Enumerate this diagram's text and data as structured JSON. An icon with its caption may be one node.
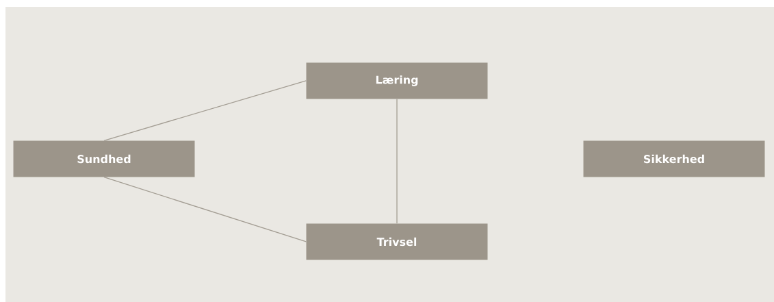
{
  "diagram": {
    "nodes": [
      {
        "text": [
          "Sundhed"
        ]
      },
      {
        "text": [
          "Læring"
        ]
      },
      {
        "text": [
          "Trivsel"
        ]
      },
      {
        "text": [
          "Sikkerhed"
        ]
      }
    ],
    "edges": [
      {
        "from": 0,
        "to": 1,
        "arrow": "none"
      },
      {
        "from": 0,
        "to": 2,
        "arrow": "none"
      },
      {
        "from": 1,
        "to": 2,
        "arrow": "none"
      }
    ]
  }
}
